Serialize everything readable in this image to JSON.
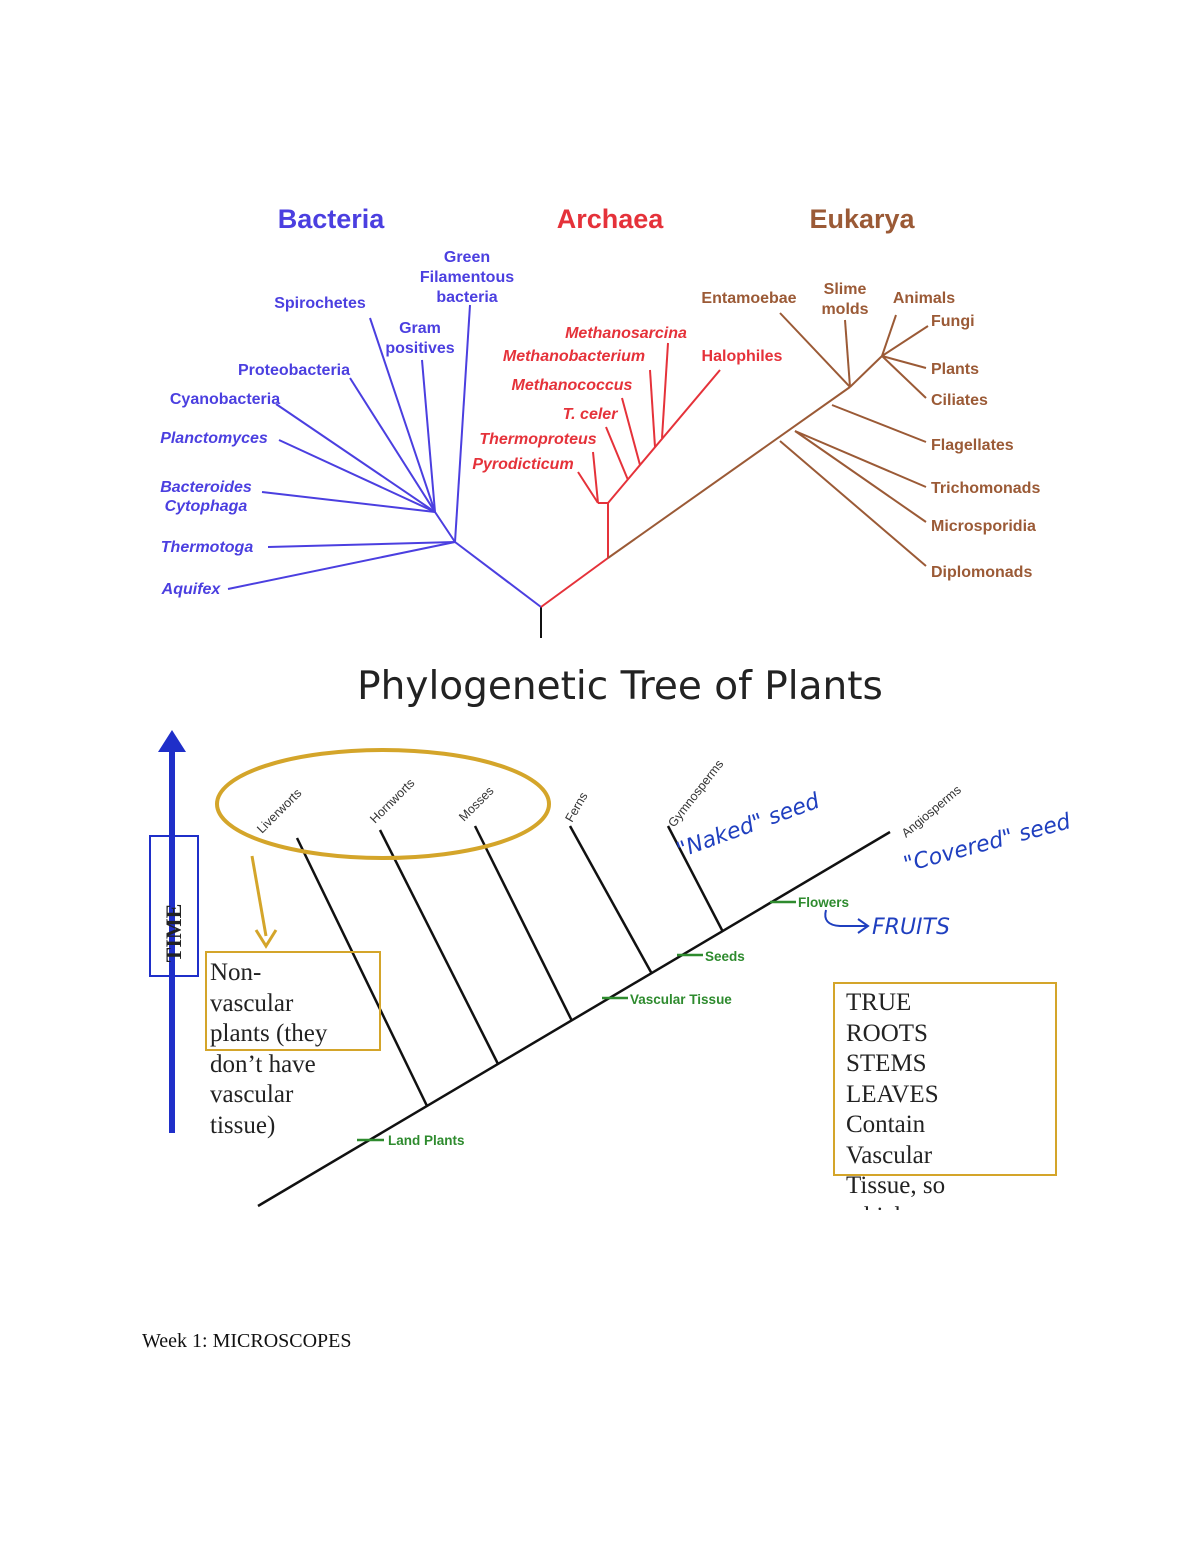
{
  "tree_of_life": {
    "domains": {
      "bacteria": "Bacteria",
      "archaea": "Archaea",
      "eukarya": "Eukarya"
    },
    "colors": {
      "bacteria": "#4b3fe0",
      "archaea": "#e5323a",
      "eukarya": "#9b5a36"
    },
    "bacteria_labels": {
      "green_filamentous": [
        "Green",
        "Filamentous",
        "bacteria"
      ],
      "spirochetes": "Spirochetes",
      "gram_positives": [
        "Gram",
        "positives"
      ],
      "proteobacteria": "Proteobacteria",
      "cyanobacteria": "Cyanobacteria",
      "planctomyces": "Planctomyces",
      "bacteroides_cytophaga": [
        "Bacteroides",
        "Cytophaga"
      ],
      "thermotoga": "Thermotoga",
      "aquifex": "Aquifex"
    },
    "archaea_labels": {
      "methanosarcina": "Methanosarcina",
      "methanobacterium": "Methanobacterium",
      "halophiles": "Halophiles",
      "methanococcus": "Methanococcus",
      "t_celer": "T. celer",
      "thermoproteus": "Thermoproteus",
      "pyrodicticum": "Pyrodicticum"
    },
    "eukarya_labels": {
      "entamoebae": "Entamoebae",
      "slime_molds": [
        "Slime",
        "molds"
      ],
      "animals": "Animals",
      "fungi": "Fungi",
      "plants": "Plants",
      "ciliates": "Ciliates",
      "flagellates": "Flagellates",
      "trichomonads": "Trichomonads",
      "microsporidia": "Microsporidia",
      "diplomonads": "Diplomonads"
    }
  },
  "plant_tree": {
    "title": "Phylogenetic Tree of Plants",
    "time_label": "TIME",
    "groups": {
      "liverworts": "Liverworts",
      "hornworts": "Hornworts",
      "mosses": "Mosses",
      "ferns": "Ferns",
      "gymnosperms": "Gymnosperms",
      "angiosperms": "Angiosperms"
    },
    "traits": {
      "land_plants": "Land Plants",
      "vascular_tissue": "Vascular Tissue",
      "seeds": "Seeds",
      "flowers": "Flowers"
    },
    "handwriting": {
      "naked_seed": "\"Naked\" seed",
      "covered_seed": "\"Covered\" seed",
      "fruits": "FRUITS"
    },
    "nonvascular_note": [
      "Non-",
      "vascular",
      "plants (they",
      "don’t have",
      "vascular",
      "tissue)"
    ],
    "true_note": [
      "TRUE",
      "ROOTS",
      "STEMS",
      "LEAVES",
      "Contain",
      "Vascular",
      "Tissue, so",
      "which"
    ],
    "colors": {
      "trait_green": "#2e8b2e",
      "highlight_gold": "#d4a52a",
      "time_arrow": "#1f2fc9",
      "handwriting": "#1f3fbf"
    }
  },
  "footer": {
    "week_heading": "Week 1: MICROSCOPES"
  }
}
